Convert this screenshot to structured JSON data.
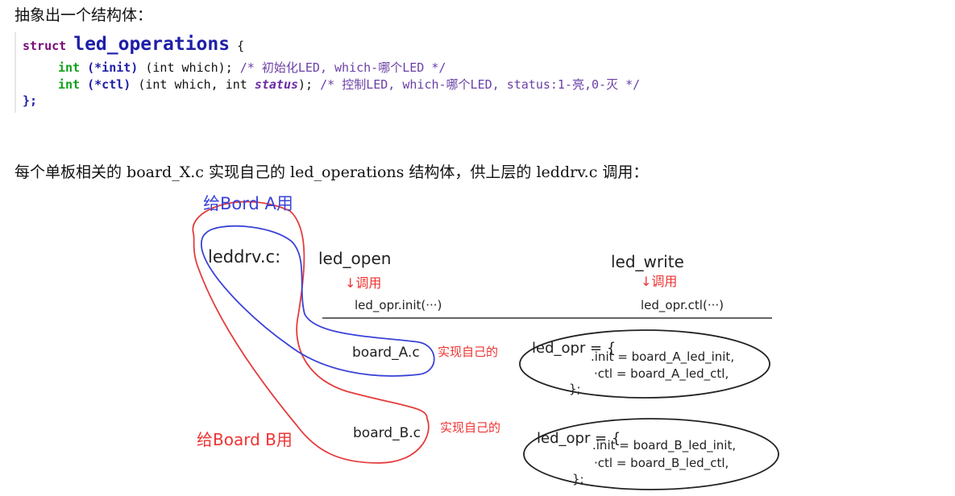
{
  "intro": "抽象出一个结构体：",
  "code": {
    "line1": {
      "kw": "struct",
      "name": "led_operations",
      "brace": "{"
    },
    "line2": {
      "type": "int",
      "fn": "(*init)",
      "params": "(int which);",
      "comment": "/* 初始化LED, which-哪个LED */"
    },
    "line3": {
      "type": "int",
      "fn": "(*ctl)",
      "params_a": "(int which, int ",
      "status": "status",
      "params_b": ");",
      "comment": "/* 控制LED, which-哪个LED, status:1-亮,0-灭 */"
    },
    "line4": "};"
  },
  "description": "每个单板相关的 board_X.c 实现自己的 led_operations 结构体，供上层的 leddrv.c 调用：",
  "diagram": {
    "label_board_a": "给Bord A用",
    "label_board_b": "给Board B用",
    "leddrv": "leddrv.c:",
    "led_open": "led_open",
    "led_write": "led_write",
    "call_open": "↓调用",
    "call_write": "↓调用",
    "opr_init": "led_opr.init(···)",
    "opr_ctl": "led_opr.ctl(···)",
    "board_a": "board_A.c",
    "board_b": "board_B.c",
    "impl_a": "实现自己的",
    "impl_b": "实现自己的",
    "struct_a": {
      "line1": "led_opr = {",
      "line2": ".init = board_A_led_init,",
      "line3": "·ctl = board_A_led_ctl,",
      "line4": "};"
    },
    "struct_b": {
      "line1": "led_opr = {",
      "line2": ".init = board_B_led_init,",
      "line3": "·ctl = board_B_led_ctl,",
      "line4": "};"
    }
  }
}
